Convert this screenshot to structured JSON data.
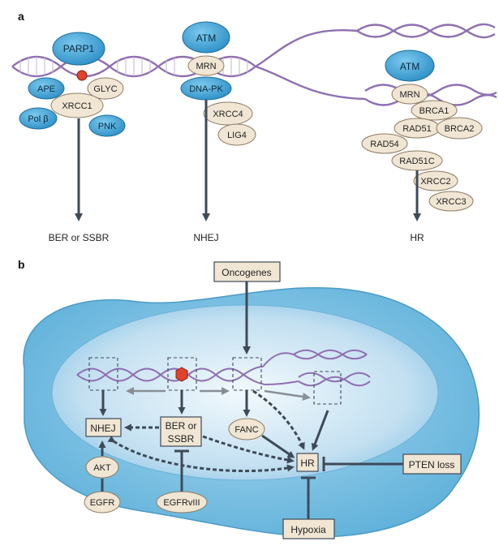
{
  "panels": {
    "a": "a",
    "b": "b"
  },
  "panel_a": {
    "ber": {
      "parp1": "PARP1",
      "ape": "APE",
      "glyc": "GLYC",
      "xrcc1": "XRCC1",
      "polb": "Pol β",
      "pnk": "PNK",
      "label": "BER or SSBR"
    },
    "nhej": {
      "atm": "ATM",
      "mrn": "MRN",
      "dnapk": "DNA-PK",
      "xrcc4": "XRCC4",
      "lig4": "LIG4",
      "label": "NHEJ"
    },
    "hr": {
      "atm": "ATM",
      "mrn": "MRN",
      "brca1": "BRCA1",
      "rad51": "RAD51",
      "brca2": "BRCA2",
      "rad54": "RAD54",
      "rad51c": "RAD51C",
      "xrcc2": "XRCC2",
      "xrcc3": "XRCC3",
      "label": "HR"
    }
  },
  "panel_b": {
    "oncogenes": "Oncogenes",
    "nhej": "NHEJ",
    "ber_line1": "BER or",
    "ber_line2": "SSBR",
    "fanc": "FANC",
    "hr": "HR",
    "akt": "AKT",
    "egfr": "EGFR",
    "egfrviii": "EGFRvIII",
    "pten_loss": "PTEN loss",
    "hypoxia": "Hypoxia"
  },
  "colors": {
    "dna_strand": "#8f6fb3",
    "protein_blue": "#3aa0d2",
    "protein_beige": "#f1e6d3",
    "arrow": "#3e4a58",
    "cell_outer": "#8ec8e6",
    "nucleus": "#cfe6f3",
    "lesion": "#e0432c"
  }
}
